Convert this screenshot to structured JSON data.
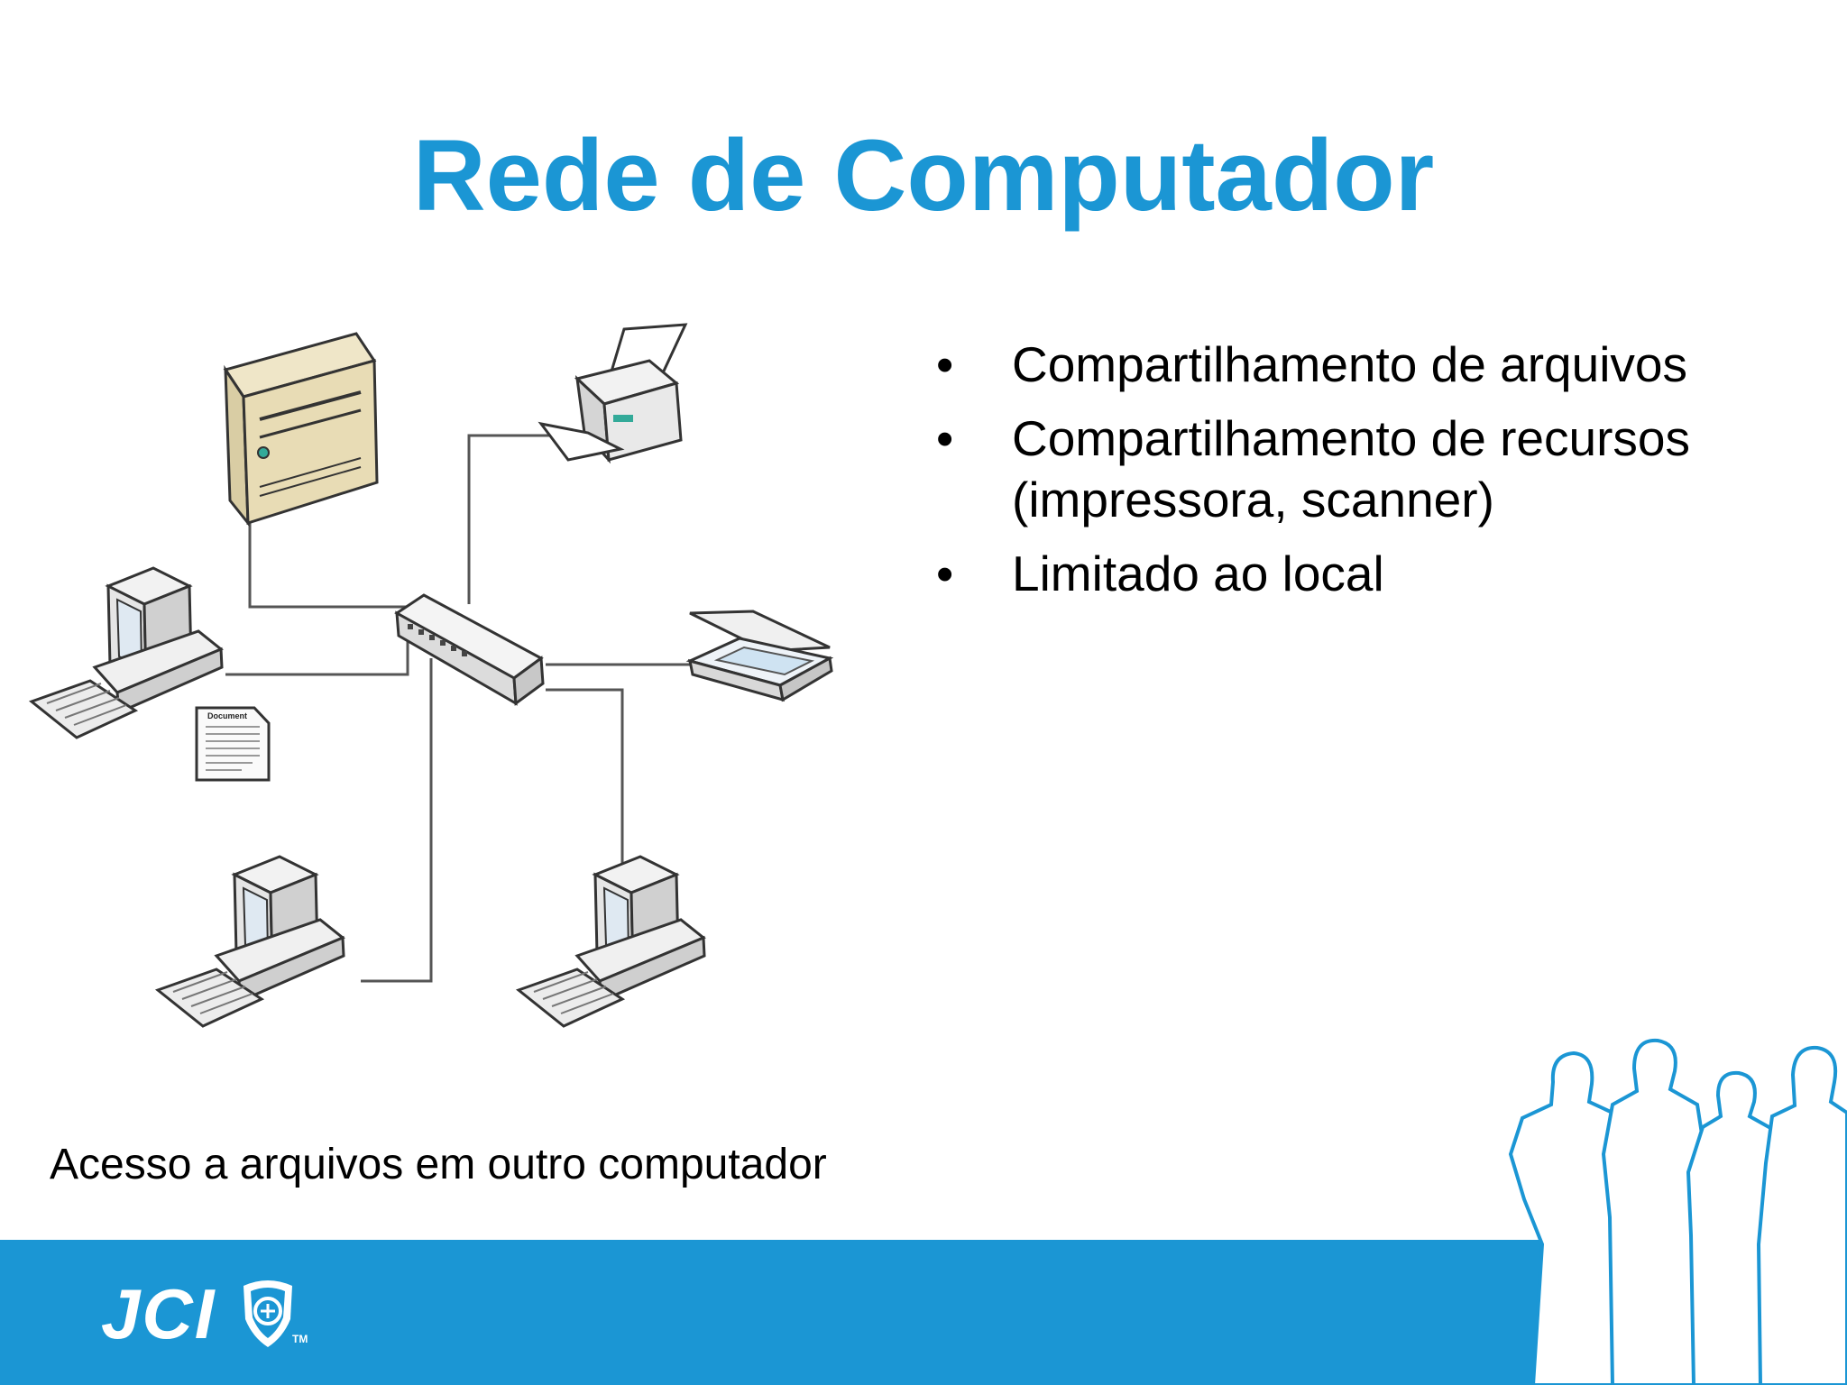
{
  "slide": {
    "title": "Rede de Computador",
    "bullets": [
      "Compartilhamento de arquivos",
      "Compartilhamento de recursos (impressora, scanner)",
      "Limitado ao local"
    ],
    "bullet_symbol": "•",
    "caption": "Acesso a arquivos em outro computador",
    "document_label": "Document",
    "logo": {
      "text": "JCI",
      "trademark": "TM"
    }
  },
  "colors": {
    "title": "#1B96D4",
    "band": "#1B96D4",
    "caption": "#000000",
    "logo_text": "#FFFFFF"
  },
  "icons": {
    "server": "server-tower-icon",
    "printer": "printer-icon",
    "switch": "network-switch-icon",
    "scanner": "scanner-icon",
    "document": "document-icon",
    "workstation": "desktop-computer-icon",
    "people": "people-silhouette-icon",
    "emblem": "jci-shield-icon"
  }
}
